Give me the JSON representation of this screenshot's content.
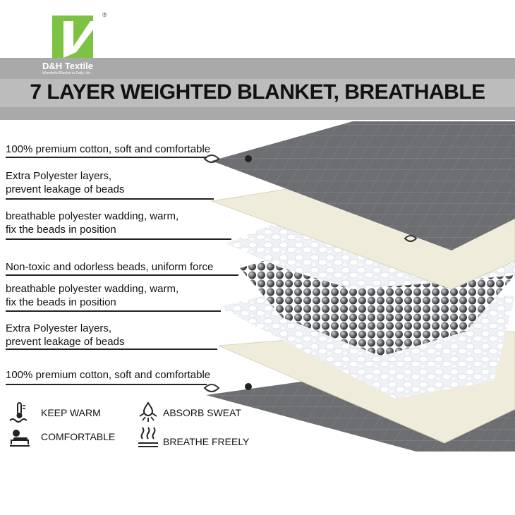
{
  "brand": {
    "name": "D&H Textile",
    "tagline": "Wonderful Blanket in Daily Life",
    "registered": "®",
    "colors": {
      "logo_green": "#7dc242",
      "banner": "#a9a9a9"
    }
  },
  "title": "7 LAYER WEIGHTED BLANKET, BREATHABLE",
  "layers": [
    {
      "line1": "100% premium cotton, soft and comfortable",
      "line2": ""
    },
    {
      "line1": "Extra Polyester layers,",
      "line2": "prevent leakage of beads"
    },
    {
      "line1": "breathable polyester wadding, warm,",
      "line2": "fix the beads in position"
    },
    {
      "line1": "Non-toxic and odorless beads, uniform force",
      "line2": ""
    },
    {
      "line1": "breathable polyester wadding, warm,",
      "line2": "fix the beads in position"
    },
    {
      "line1": "Extra Polyester layers,",
      "line2": "prevent leakage of beads"
    },
    {
      "line1": "100% premium cotton, soft and comfortable",
      "line2": ""
    }
  ],
  "features": [
    {
      "label": "KEEP WARM",
      "icon": "thermometer-icon"
    },
    {
      "label": "ABSORB SWEAT",
      "icon": "sweat-drop-icon"
    },
    {
      "label": "COMFORTABLE",
      "icon": "sleeping-person-icon"
    },
    {
      "label": "BREATHE FREELY",
      "icon": "breathe-waves-icon"
    }
  ]
}
